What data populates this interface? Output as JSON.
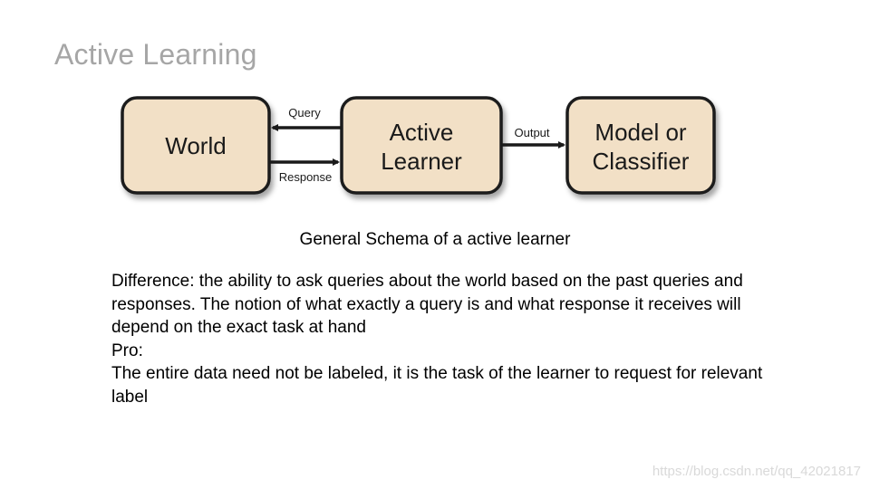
{
  "slide": {
    "title": "Active Learning"
  },
  "diagram": {
    "nodes": {
      "world": {
        "line1": "World"
      },
      "learner": {
        "line1": "Active",
        "line2": "Learner"
      },
      "model": {
        "line1": "Model or",
        "line2": "Classifier"
      }
    },
    "edges": {
      "query": "Query",
      "response": "Response",
      "output": "Output"
    },
    "colors": {
      "node_fill": "#f2e0c6",
      "node_stroke": "#1a1a1a",
      "arrow": "#1a1a1a"
    }
  },
  "caption": "General Schema of a active learner",
  "body": {
    "difference": "Difference: the ability to ask queries about the world based on the past queries and responses. The notion of what exactly a query is and what response it receives will depend on the exact task at hand",
    "pro_heading": "Pro:",
    "pro_text": "The entire data need not be labeled, it is the task of the learner to request for relevant label"
  },
  "watermark": "https://blog.csdn.net/qq_42021817"
}
